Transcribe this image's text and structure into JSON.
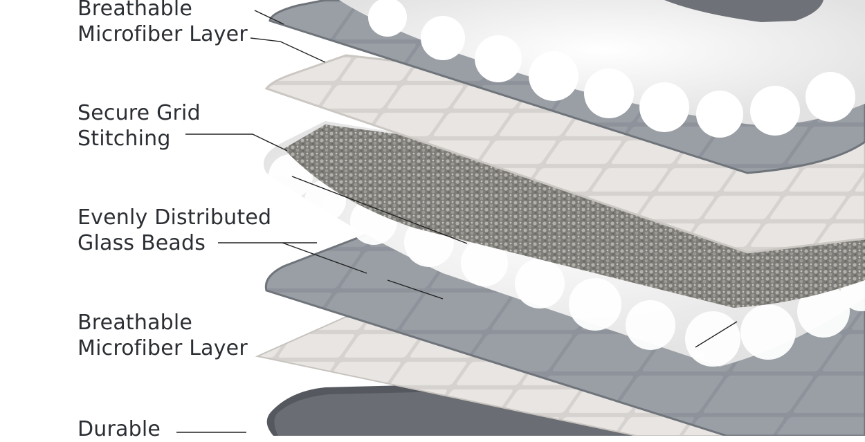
{
  "diagram": {
    "callouts": [
      {
        "id": "breathable-top",
        "lines": [
          "Breathable",
          "Microfiber Layer"
        ]
      },
      {
        "id": "grid-stitching",
        "lines": [
          "Secure Grid",
          "Stitching"
        ]
      },
      {
        "id": "glass-beads",
        "lines": [
          "Evenly Distributed",
          "Glass Beads"
        ]
      },
      {
        "id": "breathable-bottom",
        "lines": [
          "Breathable",
          "Microfiber Layer"
        ]
      },
      {
        "id": "durable",
        "lines": [
          "Durable"
        ]
      }
    ],
    "colors": {
      "gray_fabric": "#8e939b",
      "light_fabric": "#e4e0dd",
      "fill_white": "#f5f5f5",
      "beads": "#8d8c88",
      "dark_base": "#55585e",
      "text": "#2b2e33"
    }
  }
}
